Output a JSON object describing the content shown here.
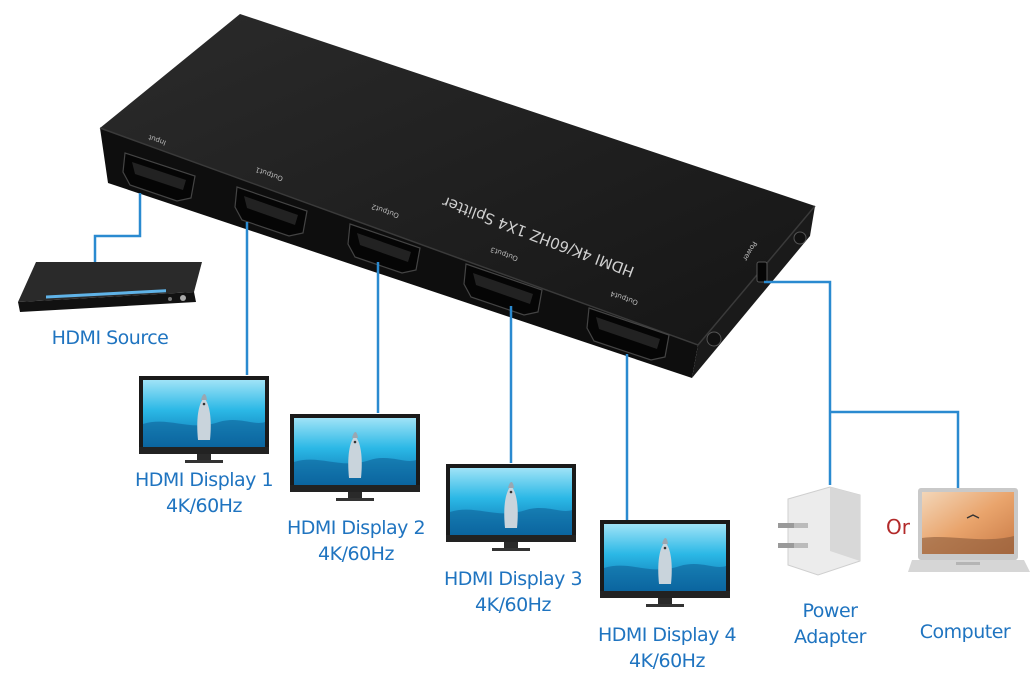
{
  "device": {
    "label": "HDMI 4K/60HZ 1X4 Splitter",
    "ports": [
      "Input",
      "Output1",
      "Output2",
      "Output3",
      "Output4"
    ],
    "power_port": "Power"
  },
  "source": {
    "label": "HDMI Source"
  },
  "displays": [
    {
      "label": "HDMI Display 1",
      "spec": "4K/60Hz"
    },
    {
      "label": "HDMI Display 2",
      "spec": "4K/60Hz"
    },
    {
      "label": "HDMI Display 3",
      "spec": "4K/60Hz"
    },
    {
      "label": "HDMI Display 4",
      "spec": "4K/60Hz"
    }
  ],
  "power": {
    "adapter_line1": "Power",
    "adapter_line2": "Adapter",
    "or": "Or",
    "computer": "Computer"
  },
  "colors": {
    "line": "#2a8ad0",
    "label": "#1f74c0",
    "or": "#b22a2a",
    "device": "#1c1c1c"
  }
}
